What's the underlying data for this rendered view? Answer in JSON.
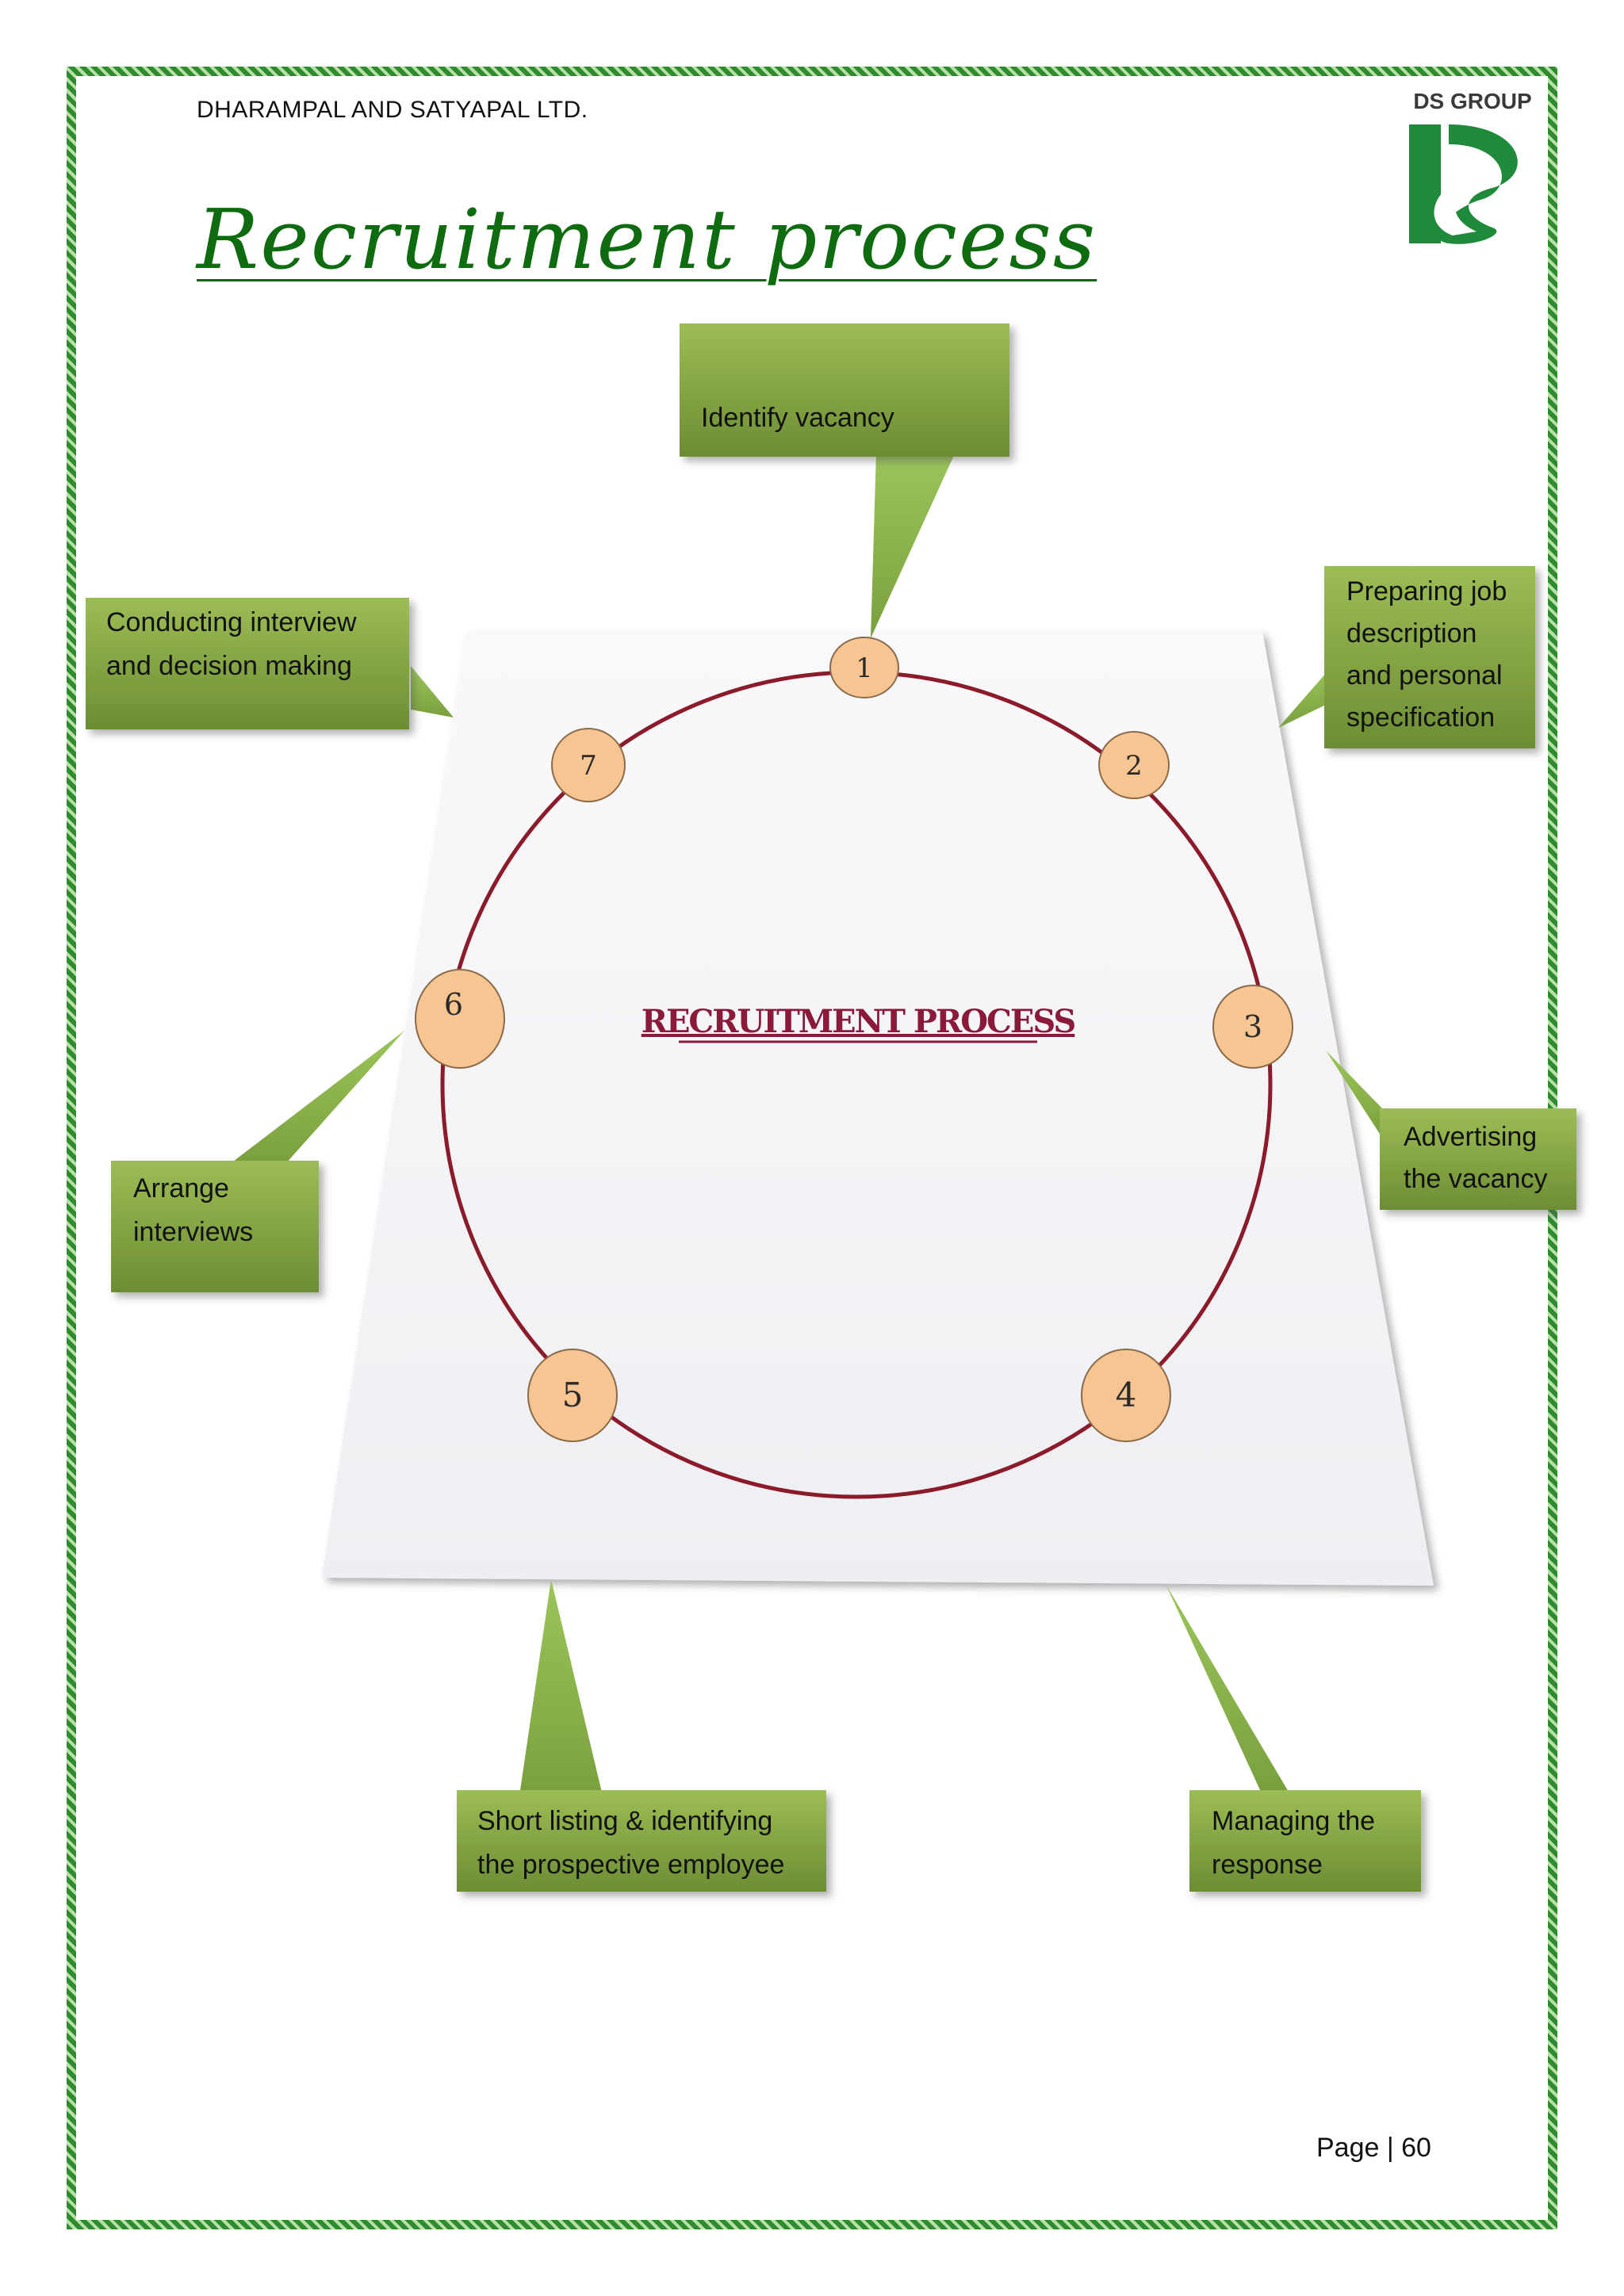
{
  "header": {
    "company": "DHARAMPAL AND SATYAPAL LTD.",
    "logo_text": "DS GROUP"
  },
  "title": "Recruitment process",
  "diagram": {
    "center_label": "RECRUITMENT PROCESS",
    "nodes": [
      {
        "number": "1",
        "label": "Identify vacancy"
      },
      {
        "number": "2",
        "label": "Preparing job description and personal specification"
      },
      {
        "number": "3",
        "label": "Advertising the vacancy"
      },
      {
        "number": "4",
        "label": "Managing the response"
      },
      {
        "number": "5",
        "label": "Short listing & identifying the prospective employee"
      },
      {
        "number": "6",
        "label": "Arrange interviews"
      },
      {
        "number": "7",
        "label": "Conducting interview and decision making"
      }
    ],
    "callouts": {
      "c1": [
        "Identify vacancy"
      ],
      "c2": [
        "Preparing job",
        "description",
        "and personal",
        "specification"
      ],
      "c3": [
        "Advertising",
        "the vacancy"
      ],
      "c4": [
        "Managing the",
        "response"
      ],
      "c5": [
        "Short listing & identifying",
        "the prospective employee"
      ],
      "c6": [
        "Arrange",
        "interviews"
      ],
      "c7": [
        "Conducting interview",
        "and decision making"
      ]
    }
  },
  "footer": {
    "page_label": "Page | 60"
  },
  "colors": {
    "border": "#2e8b2e",
    "title": "#0f6b0f",
    "callout_fill": "#7a9a3e",
    "node_fill": "#f7c592",
    "circle_stroke": "#8b1a2a",
    "center_label": "#8b1a3a"
  }
}
